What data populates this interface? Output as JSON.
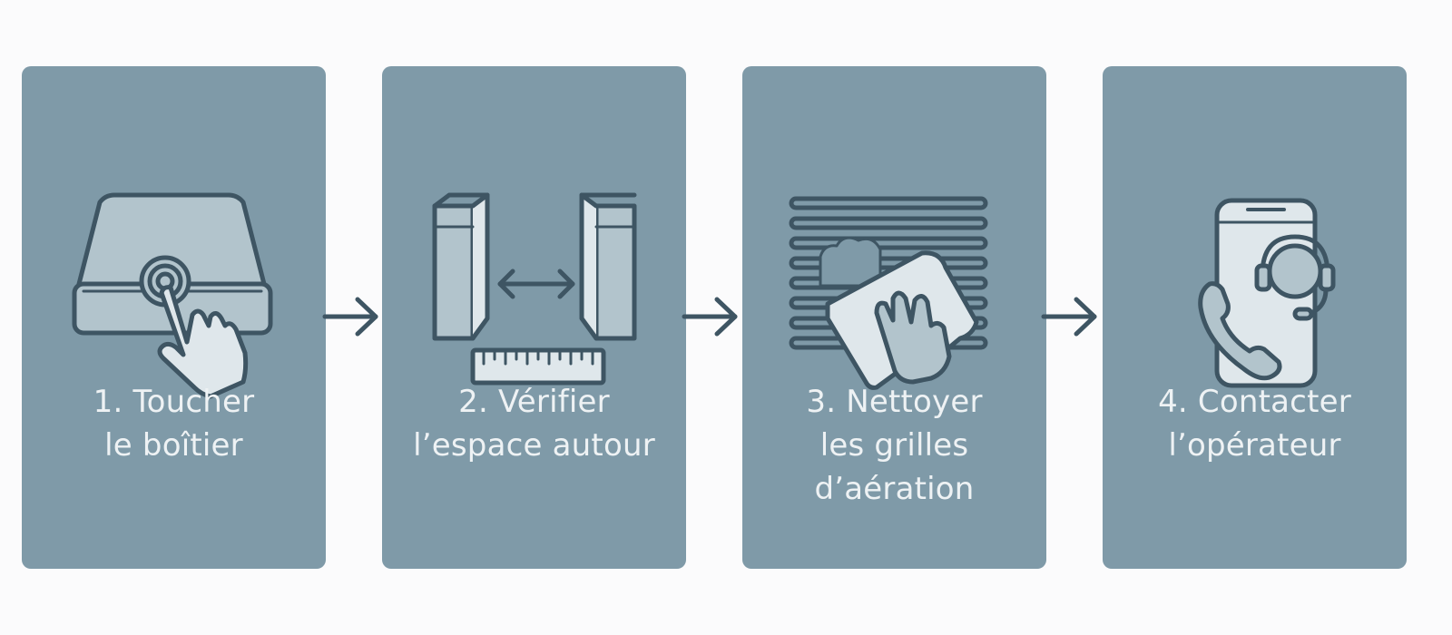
{
  "colors": {
    "background": "#fbfbfc",
    "card": "#7f9aa8",
    "stroke": "#3e5563",
    "fill_light": "#dfe7eb",
    "fill_mid": "#b2c4cc",
    "text": "#eef2f4"
  },
  "steps": [
    {
      "icon": "device-touch-icon",
      "lines": [
        "1. Toucher",
        "le boîtier"
      ]
    },
    {
      "icon": "clearance-measure-icon",
      "lines": [
        "2. Vérifier",
        "l’espace autour"
      ]
    },
    {
      "icon": "vent-cleaning-icon",
      "lines": [
        "3. Nettoyer",
        "les grilles",
        "d’aération"
      ]
    },
    {
      "icon": "operator-support-icon",
      "lines": [
        "4. Contacter",
        "l’opérateur"
      ]
    }
  ]
}
